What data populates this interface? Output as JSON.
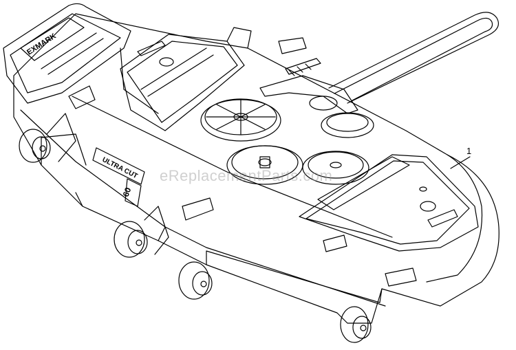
{
  "diagram": {
    "callout_number": "1",
    "watermark": "eReplacementParts.com",
    "logo_text": "EXMARK",
    "deck_label": "ULTRA CUT",
    "deck_size": "60"
  }
}
